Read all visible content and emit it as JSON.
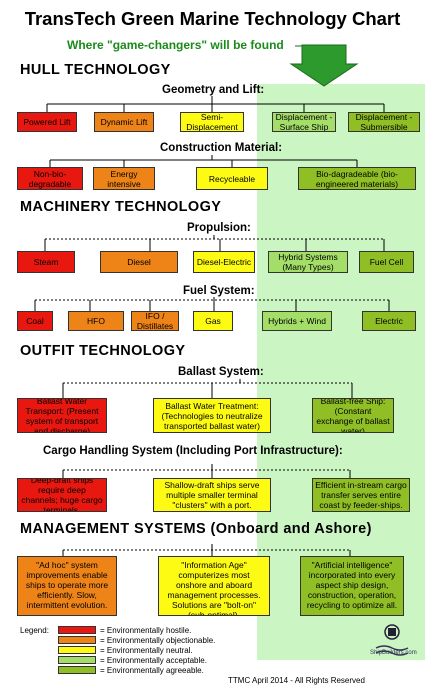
{
  "title": "TransTech Green Marine Technology Chart",
  "subtitle": "Where \"game-changers\" will be found",
  "colors": {
    "hostile": "#e8170f",
    "objectionable": "#ee8418",
    "neutral": "#fdfb13",
    "acceptable": "#a4de68",
    "agreeable": "#8fbf24",
    "green_zone": "#ccf5c4",
    "subtitle": "#1a8a1a",
    "arrow": "#2d9a2d"
  },
  "hull": {
    "heading": "HULL TECHNOLOGY",
    "geometry": {
      "label": "Geometry and Lift:",
      "items": [
        "Powered Lift",
        "Dynamic Lift",
        "Semi-Displacement",
        "Displacement - Surface Ship",
        "Displacement - Submersible"
      ]
    },
    "material": {
      "label": "Construction Material:",
      "items": [
        "Non-bio-degradable",
        "Energy intensive",
        "Recycleable",
        "Bio-dagradeable (bio-engineered materials)"
      ]
    }
  },
  "machinery": {
    "heading": "MACHINERY TECHNOLOGY",
    "propulsion": {
      "label": "Propulsion:",
      "items": [
        "Steam",
        "Diesel",
        "Diesel-Electric",
        "Hybrid Systems (Many Types)",
        "Fuel Cell"
      ]
    },
    "fuel": {
      "label": "Fuel System:",
      "items": [
        "Coal",
        "HFO",
        "IFO / Distillates",
        "Gas",
        "Hybrids + Wind",
        "Electric"
      ]
    }
  },
  "outfit": {
    "heading": "OUTFIT TECHNOLOGY",
    "ballast": {
      "label": "Ballast System:",
      "items": [
        "Ballast Water Transport: (Present system of transport and discharge)",
        "Ballast Water Treatment: (Technologies to neutralize transported ballast water)",
        "Ballast-free Ship: (Constant exchange of ballast water)"
      ]
    },
    "cargo": {
      "label": "Cargo Handling System (Including Port Infrastructure):",
      "items": [
        "Deep-draft ships require deep channels; huge cargo terminals.",
        "Shallow-draft ships serve multiple smaller terminal \"clusters\" with a port.",
        "Efficient in-stream cargo transfer serves entire coast by feeder-ships."
      ]
    }
  },
  "management": {
    "heading": "MANAGEMENT SYSTEMS (Onboard and Ashore)",
    "items": [
      "\"Ad hoc\" system improvements enable ships to operate more efficiently. Slow, intermittent evolution.",
      "\"Information Age\" computerizes most onshore and aboard management processes. Solutions are \"bolt-on\" (sub-optimal).",
      "\"Artificial intelligence\" incorporated into every aspect ship design, construction, operation, recycling to optimize all."
    ]
  },
  "legend": {
    "label": "Legend:",
    "items": [
      "= Environmentally hostile.",
      "= Environmentally objectionable.",
      "= Environmentally neutral.",
      "= Environmentally acceptable.",
      "= Environmentally agreeable."
    ]
  },
  "logo": {
    "icon": "shipbuilding-logo-icon",
    "text": "ShipBuilders.com"
  },
  "footer": "TTMC April 2014 - All Rights Reserved"
}
